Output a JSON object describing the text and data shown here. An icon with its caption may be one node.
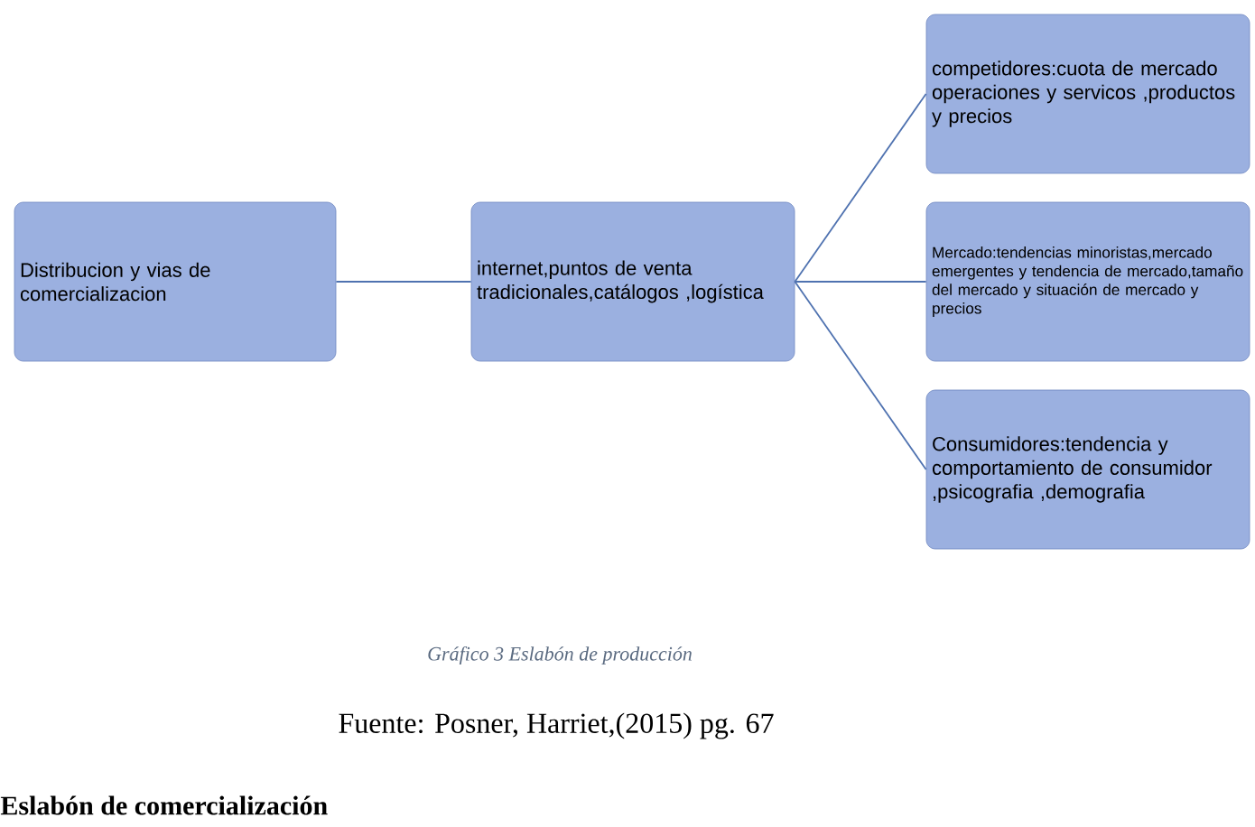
{
  "diagram": {
    "caption": "Gráfico 3 Eslabón de producción",
    "nodes": [
      {
        "text": [
          "Distribucion y vias de comercializacion"
        ]
      },
      {
        "text": [
          "internet,puntos de venta tradicionales,catálogos ,logística"
        ]
      },
      {
        "text": [
          "competidores:cuota de mercado operaciones y servicos ,productos y precios"
        ]
      },
      {
        "text": [
          "Mercado:tendencias minoristas,mercado emergentes y tendencia de mercado,tamaño del mercado y situación de mercado y precios"
        ]
      },
      {
        "text": [
          "Consumidores:tendencia y comportamiento de consumidor ,psicografia ,demografia"
        ]
      }
    ],
    "edges": [
      {
        "from": 0,
        "to": 1,
        "arrow": "none"
      },
      {
        "from": 1,
        "to": 2,
        "arrow": "none"
      },
      {
        "from": 1,
        "to": 3,
        "arrow": "none"
      },
      {
        "from": 1,
        "to": 4,
        "arrow": "none"
      }
    ],
    "labels": [
      "Fuente: Posner, Harriet,(2015) pg. 67",
      "Eslabón de comercialización"
    ]
  }
}
